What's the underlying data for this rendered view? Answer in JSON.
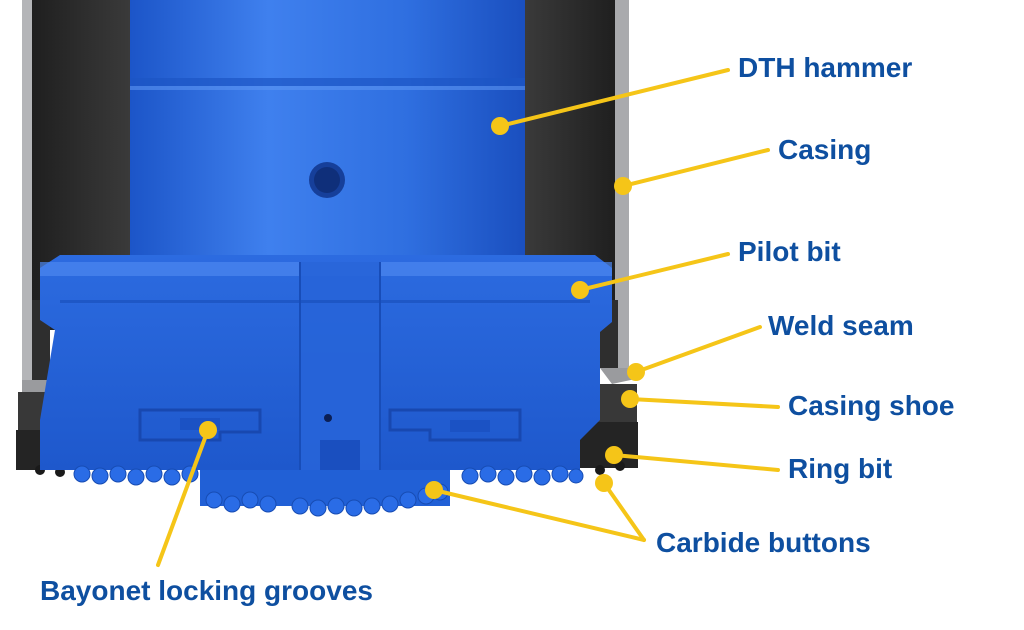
{
  "labels": {
    "dth_hammer": "DTH hammer",
    "casing": "Casing",
    "pilot_bit": "Pilot bit",
    "weld_seam": "Weld seam",
    "casing_shoe": "Casing shoe",
    "ring_bit": "Ring bit",
    "carbide_buttons": "Carbide buttons",
    "bayonet_grooves": "Bayonet locking grooves"
  },
  "colors": {
    "label_text": "#0e4fa0",
    "leader_line": "#f5c518",
    "hammer_blue": "#2f6fe0",
    "casing_dark": "#2b2b2b",
    "casing_steel": "#a9aaad"
  }
}
